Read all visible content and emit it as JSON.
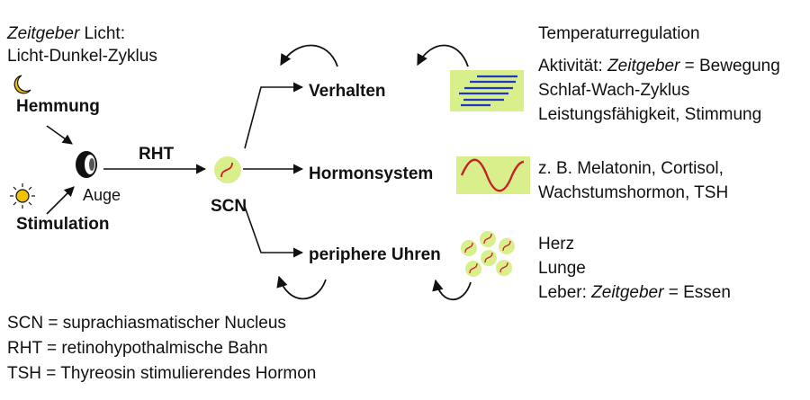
{
  "light": {
    "zeitgeber": "Zeitgeber",
    "line1_rest": " Licht:",
    "line2": "Licht-Dunkel-Zyklus",
    "inhibition": "Hemmung",
    "stimulation": "Stimulation",
    "eye": "Auge"
  },
  "rht_label": "RHT",
  "scn_label": "SCN",
  "outputs": {
    "behavior": "Verhalten",
    "hormones": "Hormonsystem",
    "peripheral": "periphere Uhren"
  },
  "behavior_list": {
    "temp": "Temperaturregulation",
    "activity_prefix": "Aktivität: ",
    "activity_zeitgeber": "Zeitgeber",
    "activity_suffix": " = Bewegung",
    "sleep": "Schlaf-Wach-Zyklus",
    "performance": "Leistungsfähigkeit, Stimmung"
  },
  "hormone_list": {
    "line1": "z. B. Melatonin, Cortisol,",
    "line2": "Wachstumshormon, TSH"
  },
  "peripheral_list": {
    "heart": "Herz",
    "lung": "Lunge",
    "liver_prefix": "Leber: ",
    "liver_zeitgeber": "Zeitgeber",
    "liver_suffix": " = Essen"
  },
  "legend": {
    "scn": "SCN = suprachiasmatischer Nucleus",
    "rht": "RHT = retinohypothalmische Bahn",
    "tsh": "TSH = Thyreosin stimulierendes Hormon"
  },
  "colors": {
    "panel": "#d9ef8c",
    "wave": "#c8202a",
    "bars": "#1f35c6",
    "ink": "#111111"
  },
  "icons": [
    "moon-icon",
    "sun-icon",
    "eye-icon",
    "scn-clock-icon",
    "activity-bars-icon",
    "hormone-wave-icon",
    "peripheral-clocks-icon",
    "feedback-arrow-icon"
  ]
}
